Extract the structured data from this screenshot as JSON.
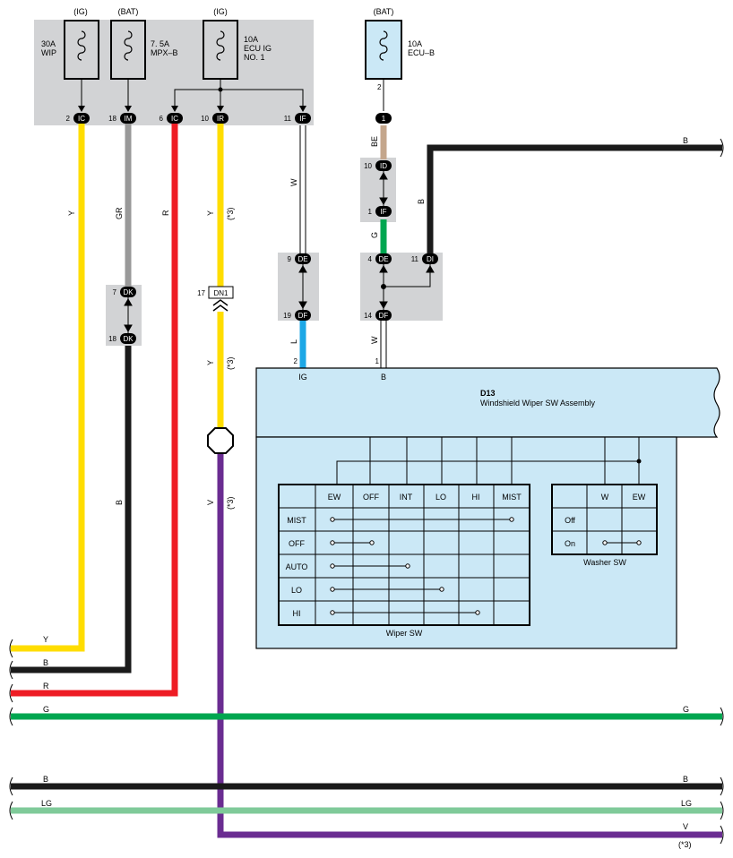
{
  "fuses": {
    "wip": {
      "source": "(IG)",
      "rating": "30A",
      "name": "WIP",
      "name2": ""
    },
    "mpx": {
      "source": "(BAT)",
      "rating": "7. 5A",
      "name": "MPX–B",
      "name2": ""
    },
    "ecuig": {
      "source": "(IG)",
      "rating": "10A",
      "name": "ECU IG",
      "name2": "NO. 1"
    },
    "ecub": {
      "source": "(BAT)",
      "rating": "10A",
      "name": "ECU–B",
      "name2": ""
    }
  },
  "connectors": {
    "ic1": {
      "pin": "2",
      "label": "IC"
    },
    "im": {
      "pin": "18",
      "label": "IM"
    },
    "ic2": {
      "pin": "6",
      "label": "IC"
    },
    "ir": {
      "pin": "10",
      "label": "IR"
    },
    "if_top": {
      "pin": "11",
      "label": "IF"
    },
    "fuse_out": {
      "pin": "2"
    },
    "one": {
      "label": "1"
    },
    "id": {
      "pin": "10",
      "label": "ID"
    },
    "if_mid": {
      "pin": "1",
      "label": "IF"
    },
    "de_left": {
      "pin": "9",
      "label": "DE"
    },
    "df_left": {
      "pin": "19",
      "label": "DF"
    },
    "de_right": {
      "pin": "4",
      "label": "DE"
    },
    "di": {
      "pin": "11",
      "label": "DI"
    },
    "df_right": {
      "pin": "14",
      "label": "DF"
    },
    "dk_top": {
      "pin": "7",
      "label": "DK"
    },
    "dk_bot": {
      "pin": "18",
      "label": "DK"
    },
    "dn1": {
      "pin": "17",
      "label": "DN1"
    }
  },
  "wires": {
    "w_y": "Y",
    "w_gr": "GR",
    "w_r": "R",
    "w_y2": "Y",
    "w_star1": "(*3)",
    "w_w": "W",
    "w_be": "BE",
    "w_g": "G",
    "w_b": "B",
    "w_b_top": "B",
    "w_l": "L",
    "w_w2": "W",
    "w_b2": "B",
    "w_y3": "Y",
    "w_star2": "(*3)",
    "w_v": "V",
    "w_star3": "(*3)"
  },
  "component": {
    "code": "D13",
    "name": "Windshield Wiper SW Assembly",
    "pin_ig_num": "2",
    "pin_ig": "IG",
    "pin_b_num": "1",
    "pin_b": "B"
  },
  "wiper_table": {
    "title": "Wiper SW",
    "columns": [
      "EW",
      "OFF",
      "INT",
      "LO",
      "HI",
      "MIST"
    ],
    "rows": [
      "MIST",
      "OFF",
      "AUTO",
      "LO",
      "HI"
    ]
  },
  "washer_table": {
    "title": "Washer SW",
    "columns": [
      "W",
      "EW"
    ],
    "rows": [
      "Off",
      "On"
    ]
  },
  "bottom_left": {
    "y": "Y",
    "b": "B",
    "r": "R",
    "g": "G",
    "b2": "B",
    "lg": "LG"
  },
  "bottom_right": {
    "g": "G",
    "b": "B",
    "lg": "LG",
    "v": "V",
    "star": "(*3)"
  },
  "colors": {
    "yellow": "#ffdd00",
    "gray": "#999999",
    "red": "#ee1c24",
    "black": "#1a1a1a",
    "green": "#00a650",
    "blue": "#1ca7e6",
    "tan": "#c4a68c",
    "purple": "#6a2c91",
    "lightgreen": "#7fca99",
    "panel": "#d2d3d5",
    "lightblue": "#cbe8f6"
  }
}
